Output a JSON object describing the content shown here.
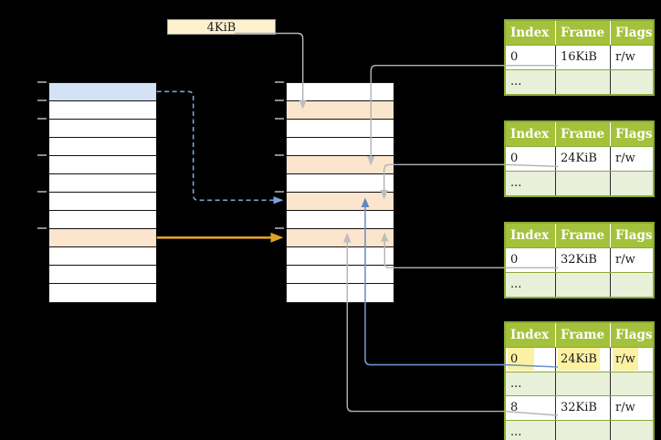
{
  "size_label": {
    "text": "4KiB"
  },
  "colors": {
    "background": "#000000",
    "size_box_fill": "#fcf0ce",
    "row_blue": "#d3e2f5",
    "row_orange": "#fce5cd",
    "table_header_green": "#a4c13c",
    "table_border_green": "#8ba937",
    "ellipsis_row_green": "#e9f0da",
    "yellow_highlight": "#fbf1a1",
    "arrow_gray": "#b3b3b3",
    "arrow_gray_head": "#bdbdbd",
    "arrow_blue": "#6e92c9",
    "arrow_blue_head": "#5f87c2",
    "arrow_blue_dashed": "#7f9fd6",
    "arrow_orange": "#dfa128"
  },
  "memory_columns": {
    "left": {
      "rows": 12,
      "tick_rows": [
        0,
        1,
        2,
        4,
        6,
        8
      ],
      "highlights": [
        {
          "row": 0,
          "color_key": "row_blue"
        },
        {
          "row": 8,
          "color_key": "row_orange"
        }
      ]
    },
    "middle": {
      "rows": 12,
      "tick_rows": [
        0,
        1,
        2,
        4,
        6,
        8
      ],
      "highlights": [
        {
          "row": 1,
          "color_key": "row_orange"
        },
        {
          "row": 4,
          "color_key": "row_orange"
        },
        {
          "row": 6,
          "color_key": "row_orange"
        },
        {
          "row": 8,
          "color_key": "row_orange"
        }
      ]
    }
  },
  "page_tables": [
    {
      "id": "page-table-1",
      "headers": [
        "Index",
        "Frame",
        "Flags"
      ],
      "rows": [
        {
          "cells": [
            "0",
            "16KiB",
            "r/w"
          ],
          "variant": "data"
        },
        {
          "cells": [
            "...",
            "",
            ""
          ],
          "variant": "ellipsis"
        }
      ]
    },
    {
      "id": "page-table-2",
      "headers": [
        "Index",
        "Frame",
        "Flags"
      ],
      "rows": [
        {
          "cells": [
            "0",
            "24KiB",
            "r/w"
          ],
          "variant": "data"
        },
        {
          "cells": [
            "...",
            "",
            ""
          ],
          "variant": "ellipsis"
        }
      ]
    },
    {
      "id": "page-table-3",
      "headers": [
        "Index",
        "Frame",
        "Flags"
      ],
      "rows": [
        {
          "cells": [
            "0",
            "32KiB",
            "r/w"
          ],
          "variant": "data"
        },
        {
          "cells": [
            "...",
            "",
            ""
          ],
          "variant": "ellipsis"
        }
      ]
    },
    {
      "id": "page-table-4",
      "headers": [
        "Index",
        "Frame",
        "Flags"
      ],
      "rows": [
        {
          "cells": [
            "0",
            "24KiB",
            "r/w"
          ],
          "variant": "data",
          "highlight": true
        },
        {
          "cells": [
            "...",
            "",
            ""
          ],
          "variant": "ellipsis"
        },
        {
          "cells": [
            "8",
            "32KiB",
            "r/w"
          ],
          "variant": "data"
        },
        {
          "cells": [
            "...",
            "",
            ""
          ],
          "variant": "ellipsis"
        }
      ]
    }
  ],
  "connectors": [
    {
      "id": "arrow-4kib-to-frame",
      "style": "gray",
      "from": "size-label",
      "to": "middle-row-1"
    },
    {
      "id": "arrow-virtual-page-dashed",
      "style": "blue-dashed",
      "from": "left-row-0",
      "to": "middle-row-6"
    },
    {
      "id": "arrow-virtual-page-solid",
      "style": "orange",
      "from": "left-row-8",
      "to": "middle-row-8"
    },
    {
      "id": "arrow-table1-frame",
      "style": "gray",
      "from": "page-table-1-row-0",
      "to": "middle-row-4"
    },
    {
      "id": "arrow-table2-frame",
      "style": "gray",
      "from": "page-table-2-row-0",
      "to": "middle-row-6"
    },
    {
      "id": "arrow-table3-frame",
      "style": "gray",
      "from": "page-table-3-row-0",
      "to": "middle-row-8"
    },
    {
      "id": "arrow-table4-frame-24",
      "style": "blue",
      "from": "page-table-4-row-0",
      "to": "middle-row-6"
    },
    {
      "id": "arrow-table4-frame-32",
      "style": "gray",
      "from": "page-table-4-row-2",
      "to": "middle-row-8"
    }
  ]
}
